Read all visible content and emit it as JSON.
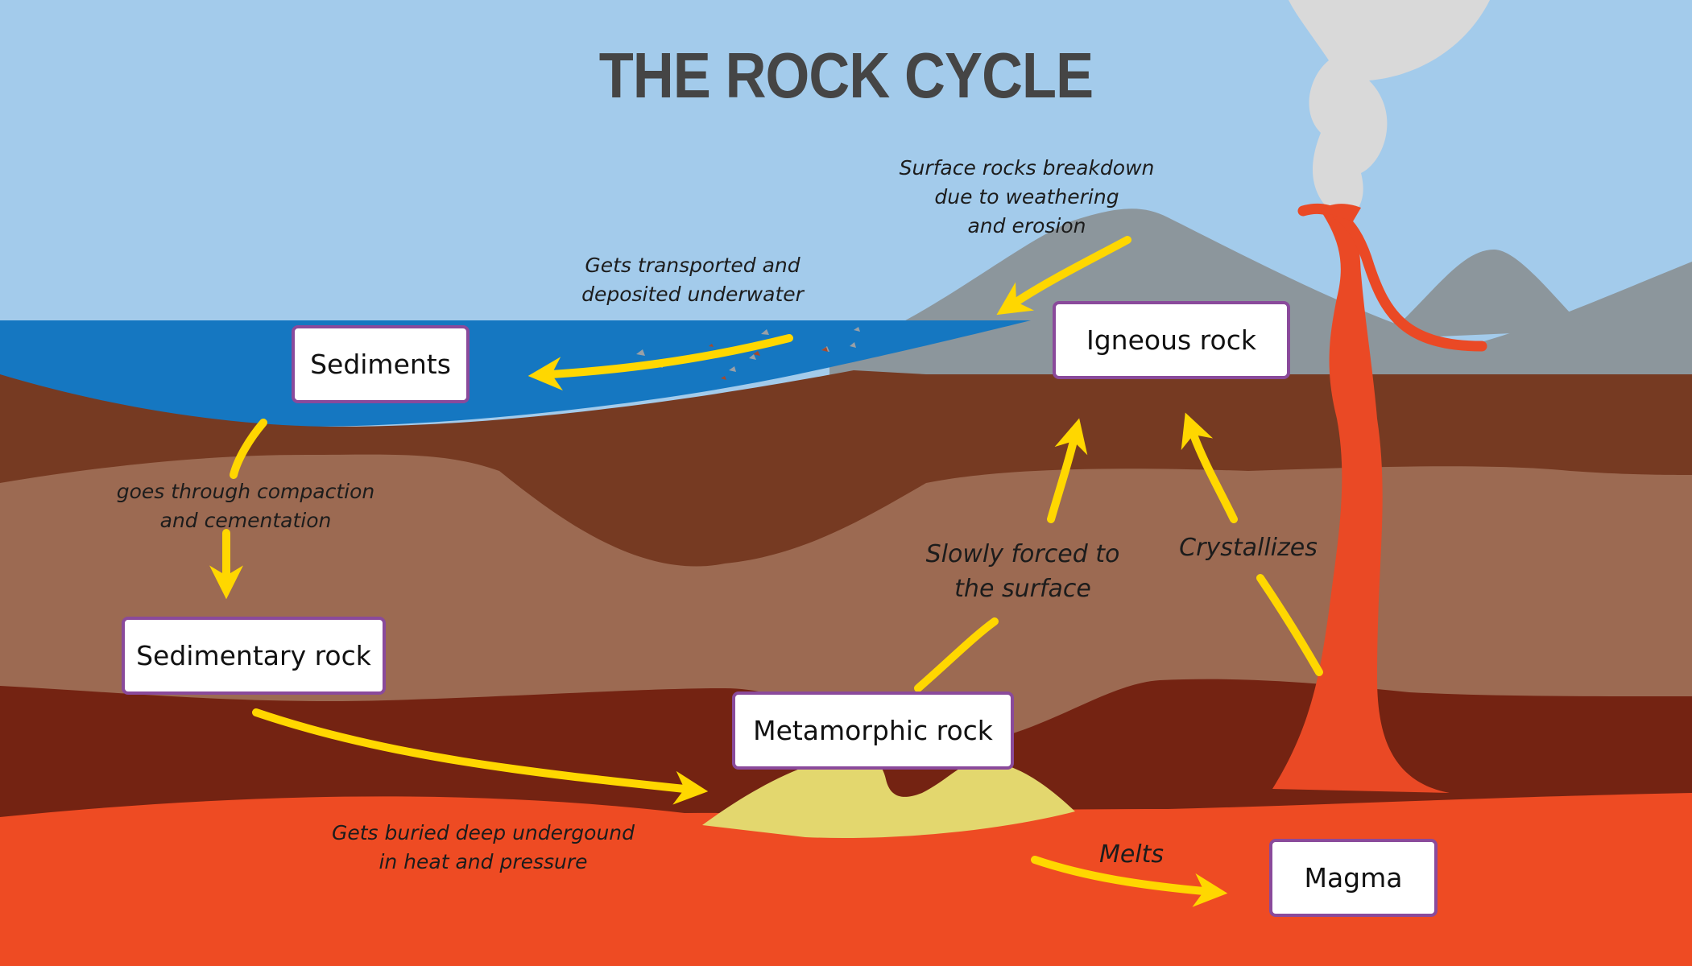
{
  "title": "THE ROCK CYCLE",
  "colors": {
    "sky": "#a3cbeb",
    "ocean": "#1577c1",
    "soil_dark": "#763a22",
    "soil_light": "#9c6a52",
    "soil_deep": "#742312",
    "magma": "#ee4b23",
    "lava": "#ea4925",
    "mountain": "#8c969c",
    "metamorphic_mound": "#e3d76e",
    "arrow": "#ffd700",
    "smoke": "#d9d9d9",
    "box_border": "#8a4a9b"
  },
  "nodes": {
    "sediments": "Sediments",
    "sedimentary_rock": "Sedimentary rock",
    "metamorphic_rock": "Metamorphic rock",
    "igneous_rock": "Igneous rock",
    "magma": "Magma"
  },
  "processes": {
    "weathering": [
      "Surface rocks breakdown",
      "due to weathering",
      "and erosion"
    ],
    "transport": [
      "Gets transported and",
      "deposited underwater"
    ],
    "compaction": [
      "goes through compaction",
      "and cementation"
    ],
    "burial": [
      "Gets buried deep undergound",
      "in heat and pressure"
    ],
    "uplift": [
      "Slowly forced to",
      "the surface"
    ],
    "crystallizes": "Crystallizes",
    "melts": "Melts"
  }
}
